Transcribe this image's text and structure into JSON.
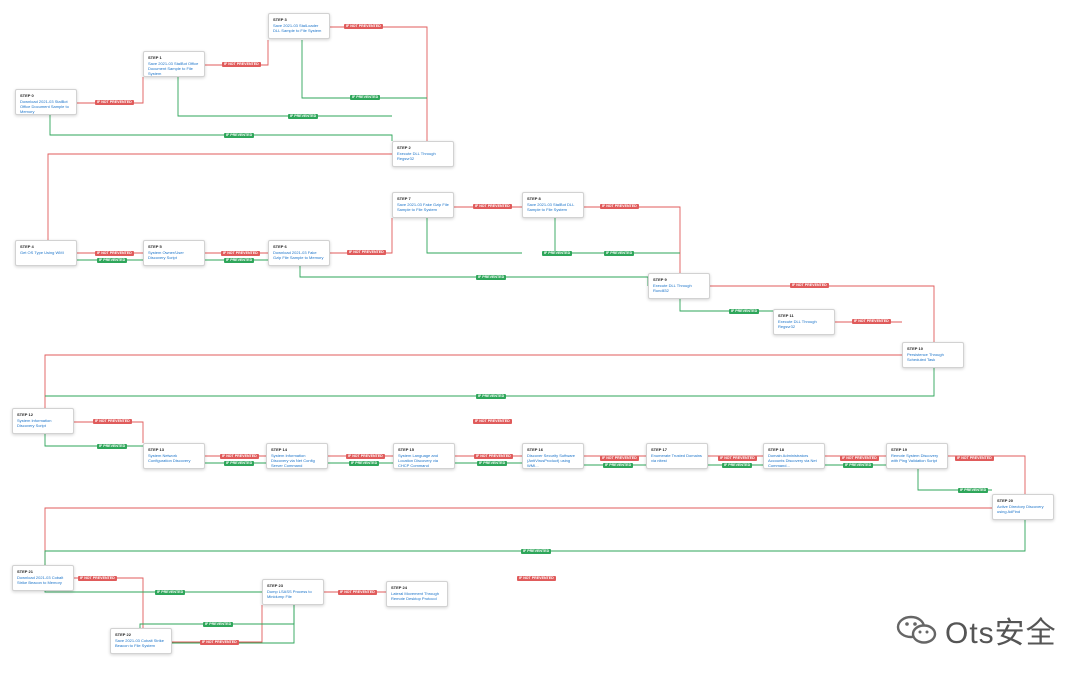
{
  "steps": [
    {
      "id": "s0",
      "title": "STEP 0",
      "desc": "Download 2021-03 StalBot Office Document Sample to Memory"
    },
    {
      "id": "s1",
      "title": "STEP 1",
      "desc": "Save 2021-03 StalBot Office Document Sample to File System"
    },
    {
      "id": "s3",
      "title": "STEP 3",
      "desc": "Save 2021-03 StalLoader DLL Sample to File System"
    },
    {
      "id": "s2",
      "title": "STEP 2",
      "desc": "Execute DLL Through Regsvr32"
    },
    {
      "id": "s4",
      "title": "STEP 4",
      "desc": "Get OS Type Using WMI"
    },
    {
      "id": "s5",
      "title": "STEP 5",
      "desc": "System Owner/User Discovery Script"
    },
    {
      "id": "s6",
      "title": "STEP 6",
      "desc": "Download 2021-03 Fake Gzip File Sample to Memory"
    },
    {
      "id": "s7",
      "title": "STEP 7",
      "desc": "Save 2021-03 Fake Gzip File Sample to File System"
    },
    {
      "id": "s8",
      "title": "STEP 8",
      "desc": "Save 2021-03 StalBot DLL Sample to File System"
    },
    {
      "id": "s9",
      "title": "STEP 9",
      "desc": "Execute DLL Through Rundll32"
    },
    {
      "id": "s11",
      "title": "STEP 11",
      "desc": "Execute DLL Through Regsvr32"
    },
    {
      "id": "s10",
      "title": "STEP 10",
      "desc": "Persistence Through Scheduled Task"
    },
    {
      "id": "s12",
      "title": "STEP 12",
      "desc": "System Information Discovery Script"
    },
    {
      "id": "s13",
      "title": "STEP 13",
      "desc": "System Network Configuration Discovery"
    },
    {
      "id": "s14",
      "title": "STEP 14",
      "desc": "System Information Discovery via Net Config Server Command"
    },
    {
      "id": "s15",
      "title": "STEP 15",
      "desc": "System Language and Location Discovery via CHCP Command"
    },
    {
      "id": "s16",
      "title": "STEP 16",
      "desc": "Discover Security Software (AntiVirusProduct) using WMI..."
    },
    {
      "id": "s17",
      "title": "STEP 17",
      "desc": "Enumerate Trusted Domains via nltest"
    },
    {
      "id": "s18",
      "title": "STEP 18",
      "desc": "Domain Administrators Accounts Discovery via Net Command..."
    },
    {
      "id": "s19",
      "title": "STEP 19",
      "desc": "Remote System Discovery with Ping Validation Script"
    },
    {
      "id": "s20",
      "title": "STEP 20",
      "desc": "Active Directory Discovery using AdFind"
    },
    {
      "id": "s21",
      "title": "STEP 21",
      "desc": "Download 2021-03 Cobalt Strike Beacon to Memory"
    },
    {
      "id": "s22",
      "title": "STEP 22",
      "desc": "Save 2021-03 Cobalt Strike Beacon to File System"
    },
    {
      "id": "s23",
      "title": "STEP 23",
      "desc": "Dump LSASS Process to Minidump File"
    },
    {
      "id": "s24",
      "title": "STEP 24",
      "desc": "Lateral Movement Through Remote Desktop Protocol"
    }
  ],
  "badges": [
    {
      "kind": "np",
      "text": "IF NOT PREVENTED"
    },
    {
      "kind": "np",
      "text": "IF NOT PREVENTED"
    },
    {
      "kind": "np",
      "text": "IF NOT PREVENTED"
    },
    {
      "kind": "p",
      "text": "IF PREVENTED"
    },
    {
      "kind": "p",
      "text": "IF PREVENTED"
    },
    {
      "kind": "p",
      "text": "IF PREVENTED"
    },
    {
      "kind": "np",
      "text": "IF NOT PREVENTED"
    },
    {
      "kind": "p",
      "text": "IF PREVENTED"
    },
    {
      "kind": "np",
      "text": "IF NOT PREVENTED"
    },
    {
      "kind": "p",
      "text": "IF PREVENTED"
    },
    {
      "kind": "np",
      "text": "IF NOT PREVENTED"
    },
    {
      "kind": "np",
      "text": "IF NOT PREVENTED"
    },
    {
      "kind": "np",
      "text": "IF NOT PREVENTED"
    },
    {
      "kind": "p",
      "text": "IF PREVENTED"
    },
    {
      "kind": "p",
      "text": "IF PREVENTED"
    },
    {
      "kind": "p",
      "text": "IF PREVENTED"
    },
    {
      "kind": "np",
      "text": "IF NOT PREVENTED"
    },
    {
      "kind": "p",
      "text": "IF PREVENTED"
    },
    {
      "kind": "np",
      "text": "IF NOT PREVENTED"
    },
    {
      "kind": "p",
      "text": "IF PREVENTED"
    },
    {
      "kind": "np",
      "text": "IF NOT PREVENTED"
    },
    {
      "kind": "p",
      "text": "IF PREVENTED"
    },
    {
      "kind": "np",
      "text": "IF NOT PREVENTED"
    },
    {
      "kind": "np",
      "text": "IF NOT PREVENTED"
    },
    {
      "kind": "p",
      "text": "IF PREVENTED"
    },
    {
      "kind": "np",
      "text": "IF NOT PREVENTED"
    },
    {
      "kind": "p",
      "text": "IF PREVENTED"
    },
    {
      "kind": "np",
      "text": "IF NOT PREVENTED"
    },
    {
      "kind": "p",
      "text": "IF PREVENTED"
    },
    {
      "kind": "np",
      "text": "IF NOT PREVENTED"
    },
    {
      "kind": "p",
      "text": "IF PREVENTED"
    },
    {
      "kind": "np",
      "text": "IF NOT PREVENTED"
    },
    {
      "kind": "p",
      "text": "IF PREVENTED"
    },
    {
      "kind": "np",
      "text": "IF NOT PREVENTED"
    },
    {
      "kind": "p",
      "text": "IF PREVENTED"
    },
    {
      "kind": "np",
      "text": "IF NOT PREVENTED"
    },
    {
      "kind": "p",
      "text": "IF PREVENTED"
    },
    {
      "kind": "p",
      "text": "IF PREVENTED"
    },
    {
      "kind": "np",
      "text": "IF NOT PREVENTED"
    },
    {
      "kind": "np",
      "text": "IF NOT PREVENTED"
    },
    {
      "kind": "p",
      "text": "IF PREVENTED"
    },
    {
      "kind": "np",
      "text": "IF NOT PREVENTED"
    },
    {
      "kind": "p",
      "text": "IF PREVENTED"
    },
    {
      "kind": "np",
      "text": "IF NOT PREVENTED"
    }
  ],
  "colors": {
    "not_prevented": "#e05b5b",
    "prevented": "#2ea65a",
    "link": "#1a73c9"
  },
  "watermark": {
    "text": "Ots安全",
    "icon": "wechat-icon"
  }
}
